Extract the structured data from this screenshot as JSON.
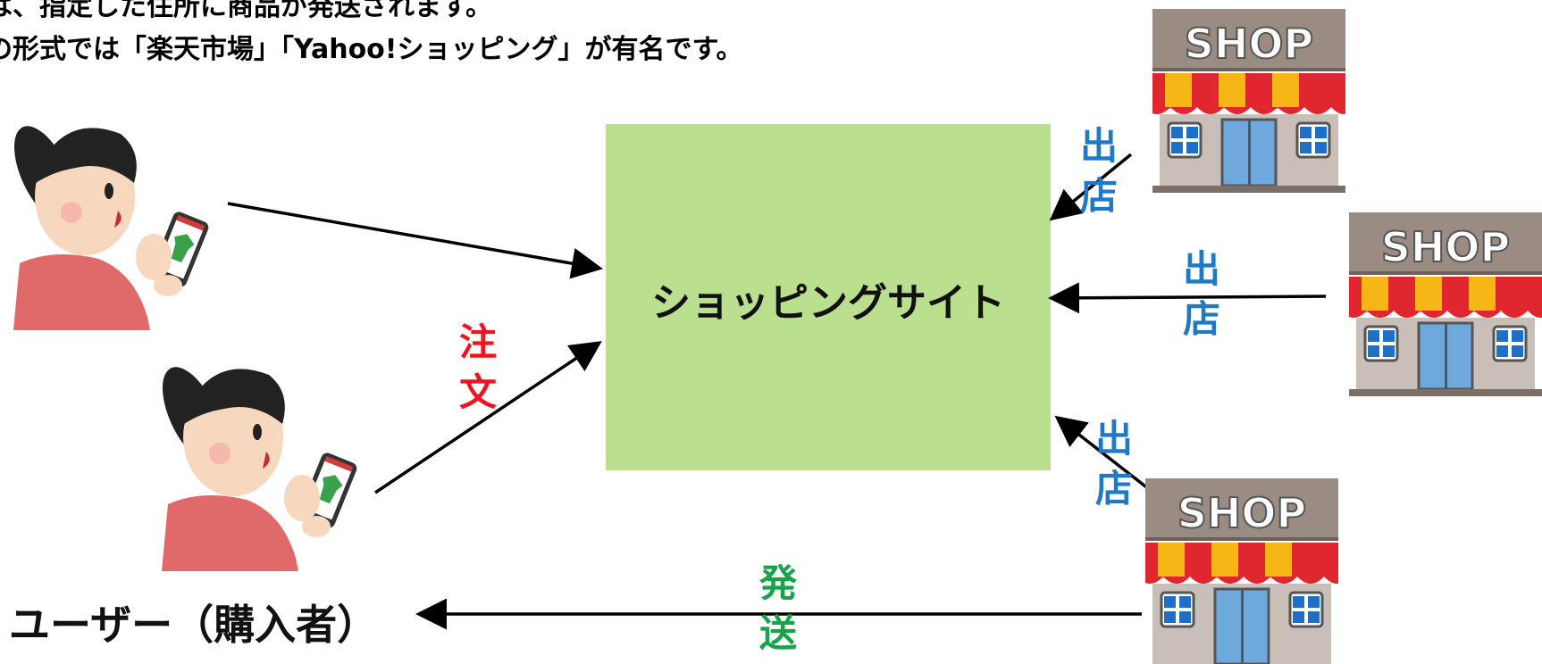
{
  "intro": {
    "line1": "は、指定した住所に商品が発送されます。",
    "line2": "の形式では「楽天市場」「Yahoo!ショッピング」が有名です。"
  },
  "center": {
    "label": "ショッピングサイト"
  },
  "shop": {
    "sign": "SHOP"
  },
  "labels": {
    "open_store": [
      "出",
      "店"
    ],
    "order": [
      "注",
      "文"
    ],
    "ship": [
      "発",
      "送"
    ]
  },
  "user": {
    "label": "ユーザー（購入者）"
  },
  "colors": {
    "site_box": "#b9df8f",
    "open_store": "#1e7ac6",
    "order": "#f0141e",
    "ship": "#16a34a",
    "awning_red": "#e0262e",
    "awning_yellow": "#f6b615",
    "shirt": "#e06a6a"
  },
  "icons": [
    "woman-with-smartphone-illustration",
    "shop-building-illustration"
  ]
}
